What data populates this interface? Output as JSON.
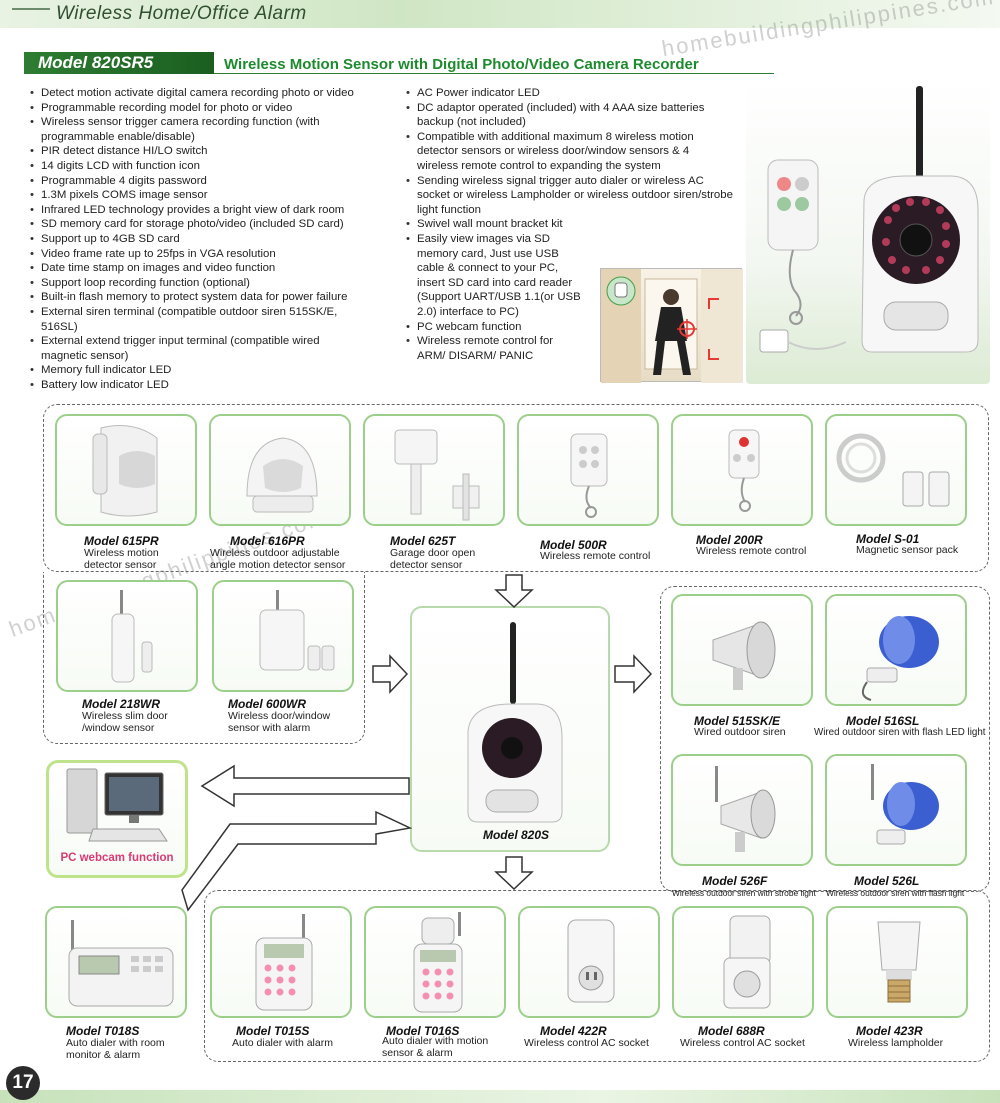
{
  "header": {
    "section_title": "Wireless Home/Office Alarm",
    "watermark": "homebuildingphilippines.com"
  },
  "model": {
    "badge": "Model 820SR5",
    "headline": "Wireless Motion Sensor with Digital Photo/Video Camera Recorder"
  },
  "features_left": [
    "Detect motion activate digital camera recording photo or video",
    "Programmable recording model for photo or video",
    "Wireless sensor trigger camera recording function (with programmable enable/disable)",
    "PIR detect distance HI/LO switch",
    "14 digits LCD with function icon",
    "Programmable 4 digits password",
    "1.3M pixels COMS image sensor",
    "Infrared LED technology provides a bright view of dark room",
    "SD memory card for storage photo/video (included SD card)",
    "Support up to 4GB SD card",
    "Video frame rate up to 25fps in VGA resolution",
    "Date time stamp on images and video function",
    "Support loop recording function (optional)",
    "Built-in flash memory to protect system data for power failure",
    "External siren terminal (compatible outdoor siren 515SK/E, 516SL)",
    "External extend trigger input terminal (compatible wired magnetic sensor)",
    "Memory full indicator LED",
    "Battery low indicator LED"
  ],
  "features_right": [
    "AC Power indicator LED",
    "DC adaptor operated (included) with 4 AAA size batteries backup (not included)",
    "Compatible with additional maximum 8 wireless motion detector sensors or wireless door/window sensors & 4 wireless remote control to expanding the system",
    "Sending wireless signal trigger auto dialer or wireless AC socket or wireless Lampholder or wireless outdoor siren/strobe light function",
    "Swivel wall mount bracket kit",
    "Easily view images via SD memory card, Just use USB cable & connect to your PC, insert SD card into card reader (Support UART/USB 1.1(or USB 2.0) interface to PC)",
    "PC webcam function",
    "Wireless remote control for ARM/ DISARM/ PANIC"
  ],
  "products": {
    "p615pr": {
      "model": "Model  615PR",
      "desc": "Wireless motion detector sensor"
    },
    "p616pr": {
      "model": "Model  616PR",
      "desc": "Wireless outdoor adjustable angle motion detector sensor"
    },
    "p625t": {
      "model": "Model  625T",
      "desc": "Garage door open detector sensor"
    },
    "p500r": {
      "model": "Model  500R",
      "desc": "Wireless remote control"
    },
    "p200r": {
      "model": "Model  200R",
      "desc": "Wireless remote control"
    },
    "ps01": {
      "model": "Model  S-01",
      "desc": "Magnetic sensor pack"
    },
    "p218wr": {
      "model": "Model  218WR",
      "desc": "Wireless slim door /window sensor"
    },
    "p600wr": {
      "model": "Model  600WR",
      "desc": "Wireless door/window sensor with alarm"
    },
    "p820s": {
      "model": "Model  820S"
    },
    "p515ske": {
      "model": "Model  515SK/E",
      "desc": "Wired outdoor siren"
    },
    "p516sl": {
      "model": "Model  516SL",
      "desc": "Wired outdoor siren with flash LED light"
    },
    "p526f": {
      "model": "Model  526F",
      "desc": "Wireless outdoor siren with strobe light"
    },
    "p526l": {
      "model": "Model  526L",
      "desc": "Wireless outdoor siren with flash light"
    },
    "pt018s": {
      "model": "Model  T018S",
      "desc": "Auto dialer with room monitor & alarm"
    },
    "pt015s": {
      "model": "Model  T015S",
      "desc": "Auto dialer with alarm"
    },
    "pt016s": {
      "model": "Model  T016S",
      "desc": "Auto dialer with motion sensor & alarm"
    },
    "p422r": {
      "model": "Model  422R",
      "desc": "Wireless control  AC socket"
    },
    "p688r": {
      "model": "Model  688R",
      "desc": "Wireless control AC socket"
    },
    "p423r": {
      "model": "Model  423R",
      "desc": "Wireless lampholder"
    }
  },
  "pc": {
    "label": "PC webcam function"
  },
  "page_number": "17",
  "colors": {
    "accent_green": "#2e7d32",
    "card_border": "#9ccf8a",
    "pc_label": "#d93a73"
  }
}
